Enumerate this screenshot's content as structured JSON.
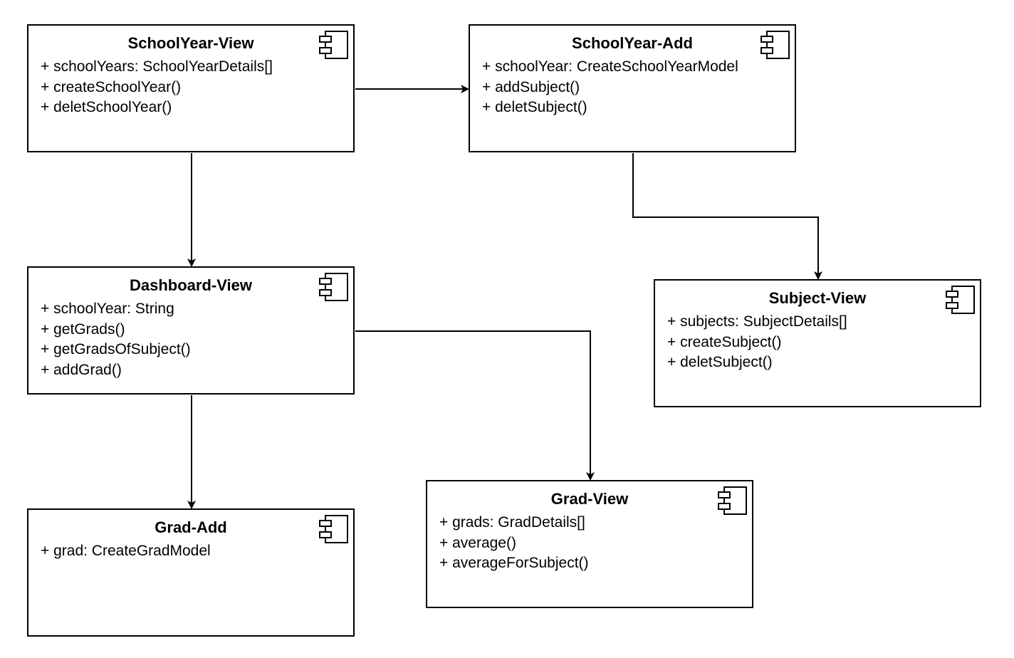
{
  "components": {
    "schoolyear_view": {
      "title": "SchoolYear-View",
      "icon": "uml-component-icon",
      "members": [
        "+ schoolYears: SchoolYearDetails[]",
        "+ createSchoolYear()",
        "+ deletSchoolYear()"
      ]
    },
    "schoolyear_add": {
      "title": "SchoolYear-Add",
      "icon": "uml-component-icon",
      "members": [
        "+ schoolYear: CreateSchoolYearModel",
        "+ addSubject()",
        "+ deletSubject()"
      ]
    },
    "dashboard_view": {
      "title": "Dashboard-View",
      "icon": "uml-component-icon",
      "members": [
        "+ schoolYear: String",
        "+ getGrads()",
        "+ getGradsOfSubject()",
        "+ addGrad()"
      ]
    },
    "subject_view": {
      "title": "Subject-View",
      "icon": "uml-component-icon",
      "members": [
        "+ subjects: SubjectDetails[]",
        "+ createSubject()",
        "+ deletSubject()"
      ]
    },
    "grad_add": {
      "title": "Grad-Add",
      "icon": "uml-component-icon",
      "members": [
        "+ grad: CreateGradModel"
      ]
    },
    "grad_view": {
      "title": "Grad-View",
      "icon": "uml-component-icon",
      "members": [
        "+ grads: GradDetails[]",
        "+ average()",
        "+ averageForSubject()"
      ]
    }
  },
  "connectors": [
    {
      "from": "SchoolYear-View",
      "to": "SchoolYear-Add"
    },
    {
      "from": "SchoolYear-View",
      "to": "Dashboard-View"
    },
    {
      "from": "SchoolYear-Add",
      "to": "Subject-View"
    },
    {
      "from": "Dashboard-View",
      "to": "Grad-Add"
    },
    {
      "from": "Dashboard-View",
      "to": "Grad-View"
    }
  ],
  "colors": {
    "stroke": "#000000",
    "background": "#ffffff"
  }
}
